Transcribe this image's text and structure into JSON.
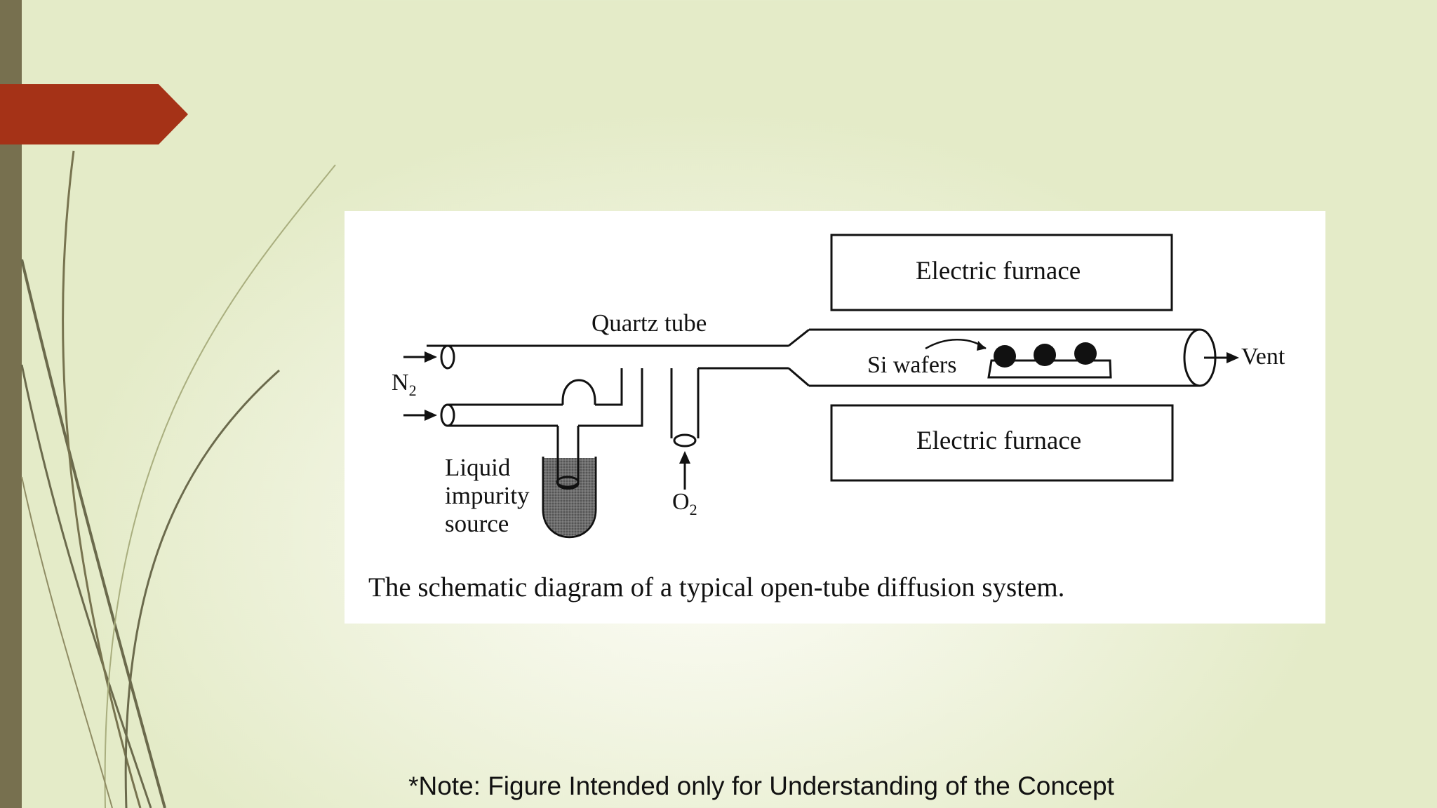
{
  "slide": {
    "accent_colors": {
      "side_bar": "#77704f",
      "tag": "#a53217",
      "stems": "#6b6a4c"
    }
  },
  "diagram": {
    "labels": {
      "furnace_top": "Electric furnace",
      "furnace_bottom": "Electric furnace",
      "quartz_tube": "Quartz tube",
      "n2": "N",
      "n2_sub": "2",
      "si_wafers": "Si wafers",
      "vent": "Vent",
      "o2": "O",
      "o2_sub": "2",
      "liquid_line1": "Liquid",
      "liquid_line2": "impurity",
      "liquid_line3": "source"
    },
    "caption": "The schematic diagram of a typical open-tube diffusion system."
  },
  "note": "*Note: Figure Intended only for Understanding of the Concept"
}
